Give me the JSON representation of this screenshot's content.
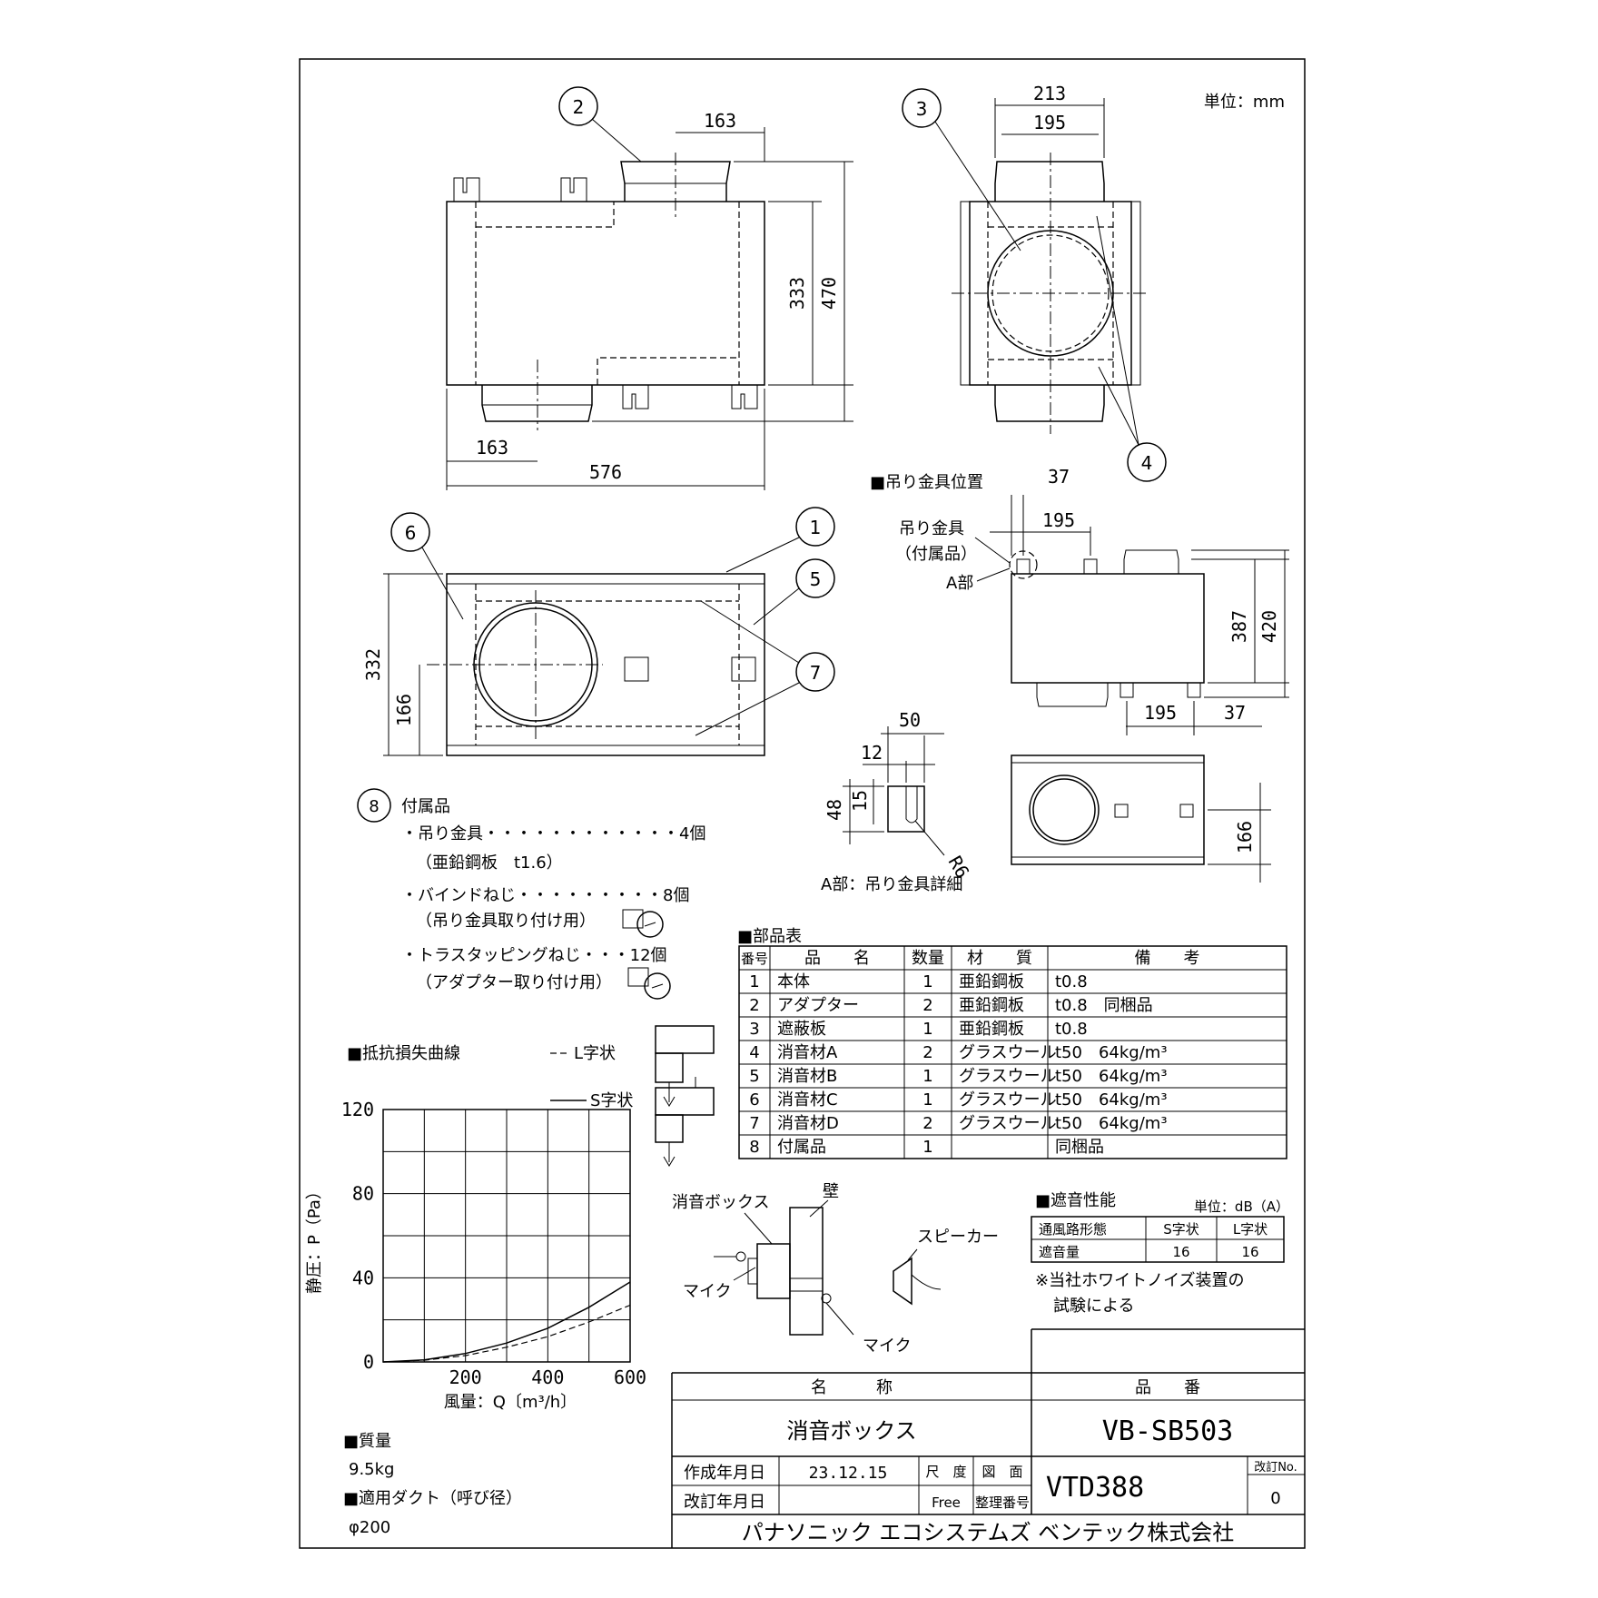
{
  "unit_note": "単位：mm",
  "callouts": [
    "1",
    "2",
    "3",
    "4",
    "5",
    "6",
    "7",
    "8"
  ],
  "dims": {
    "top_d1": "163",
    "top_d2": "333",
    "top_d3": "470",
    "top_d4": "163",
    "top_d5": "576",
    "side_d1": "213",
    "side_d2": "195",
    "front_d1": "332",
    "front_d2": "166",
    "hanger_title": "■吊り金具位置",
    "hanger_37a": "37",
    "hanger_195a": "195",
    "hanger_387": "387",
    "hanger_420": "420",
    "hanger_195b": "195",
    "hanger_37b": "37",
    "hanger_166": "166",
    "hanger_label1": "吊り金具",
    "hanger_label2": "（付属品）",
    "hanger_label3": "A部",
    "detail_50": "50",
    "detail_12": "12",
    "detail_48": "48",
    "detail_15": "15",
    "detail_r6": "R6",
    "detail_title": "A部：吊り金具詳細"
  },
  "accessories": {
    "title": "付属品",
    "l1": "・吊り金具・・・・・・・・・・・・4個",
    "l2": "（亜鉛鋼板　t1.6）",
    "l3": "・バインドねじ・・・・・・・・・8個",
    "l4": "（吊り金具取り付け用）",
    "l5": "・トラスタッピングねじ・・・12個",
    "l6": "（アダプター取り付け用）"
  },
  "parts_table": {
    "title": "■部品表",
    "headers": [
      "番号",
      "品　　名",
      "数量",
      "材　　質",
      "備　　考"
    ],
    "rows": [
      [
        "1",
        "本体",
        "1",
        "亜鉛鋼板",
        "t0.8"
      ],
      [
        "2",
        "アダプター",
        "2",
        "亜鉛鋼板",
        "t0.8　同梱品"
      ],
      [
        "3",
        "遮蔽板",
        "1",
        "亜鉛鋼板",
        "t0.8"
      ],
      [
        "4",
        "消音材A",
        "2",
        "グラスウール",
        "t50　64kg/m³"
      ],
      [
        "5",
        "消音材B",
        "1",
        "グラスウール",
        "t50　64kg/m³"
      ],
      [
        "6",
        "消音材C",
        "1",
        "グラスウール",
        "t50　64kg/m³"
      ],
      [
        "7",
        "消音材D",
        "2",
        "グラスウール",
        "t50　64kg/m³"
      ],
      [
        "8",
        "付属品",
        "1",
        "",
        "同梱品"
      ]
    ]
  },
  "chart": {
    "title": "■抵抗損失曲線",
    "legend_l": "L字状",
    "legend_s": "S字状",
    "ylabel": "静圧：P（Pa）",
    "xlabel": "風量：Q〔m³/h〕",
    "yticks": [
      "0",
      "40",
      "80",
      "120"
    ],
    "xticks": [
      "200",
      "400",
      "600"
    ]
  },
  "chart_data": {
    "type": "line",
    "title": "",
    "xlabel": "風量：Q〔m³/h〕",
    "ylabel": "静圧：P（Pa）",
    "xlim": [
      0,
      600
    ],
    "ylim": [
      0,
      120
    ],
    "grid": true,
    "legend": "top-right",
    "series": [
      {
        "name": "S字状",
        "style": "solid",
        "x": [
          0,
          100,
          200,
          300,
          400,
          500,
          600
        ],
        "y": [
          0,
          1,
          4,
          9,
          16,
          26,
          38
        ]
      },
      {
        "name": "L字状",
        "style": "dashed",
        "x": [
          0,
          100,
          200,
          300,
          400,
          500,
          600
        ],
        "y": [
          0,
          0.8,
          3,
          7,
          12,
          19,
          27
        ]
      }
    ]
  },
  "sound": {
    "title": "■遮音性能",
    "unit": "単位：dB（A）",
    "h0": "通風路形態",
    "h1": "S字状",
    "h2": "L字状",
    "r0": "遮音量",
    "r1": "16",
    "r2": "16",
    "note1": "※当社ホワイトノイズ装置の",
    "note2": "試験による"
  },
  "setup": {
    "box": "消音ボックス",
    "wall": "壁",
    "speaker": "スピーカー",
    "mic1": "マイク",
    "mic2": "マイク"
  },
  "specs": {
    "mass_title": "■質量",
    "mass": "9.5kg",
    "duct_title": "■適用ダクト（呼び径）",
    "duct": "φ200"
  },
  "title_block": {
    "name_h": "名　　　称",
    "part_h": "品　　番",
    "name": "消音ボックス",
    "part": "VB-SB503",
    "created_l": "作成年月日",
    "created": "23.12.15",
    "revised_l": "改訂年月日",
    "scale_l": "尺　度",
    "scale": "Free",
    "drawing_l": "図　面",
    "number_l": "整理番号",
    "drawing_no": "VTD388",
    "rev_l": "改訂No.",
    "rev": "0",
    "company": "パナソニック エコシステムズ ベンテック株式会社"
  }
}
